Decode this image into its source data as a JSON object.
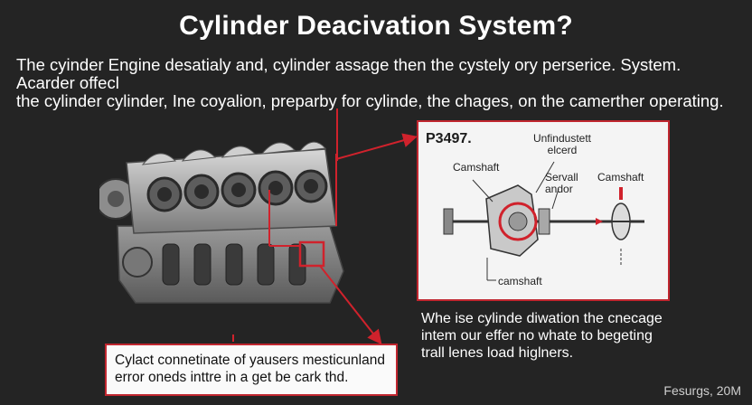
{
  "title": "Cylinder Deacivation System?",
  "intro": "The cyinder Engine desatialy and, cylinder assage then the cystely ory perserice. System. Acarder offecl\nthe cylinder cylinder, Ine coyalion, preparby for cylinde, the chages, on the camerther operating.",
  "panel": {
    "code": "P3497.",
    "unfindustett": "Unfindustett\nelcerd",
    "camshaft_left": "Camshaft",
    "servall": "Servall\nandor",
    "camshaft_right": "Camshaft",
    "camshaft_bottom": "camshaft"
  },
  "description": "Whe ise cylinde diwation the cnecage\nintem our effer no whate to begeting\ntrall lenes load higlners.",
  "error_box": "Cylact connetinate of yausers mesticunland\nerror oneds inttre in a get be cark thd.",
  "footer": "Fesurgs, 20M",
  "colors": {
    "accent": "#c0262f",
    "background": "#242424"
  }
}
